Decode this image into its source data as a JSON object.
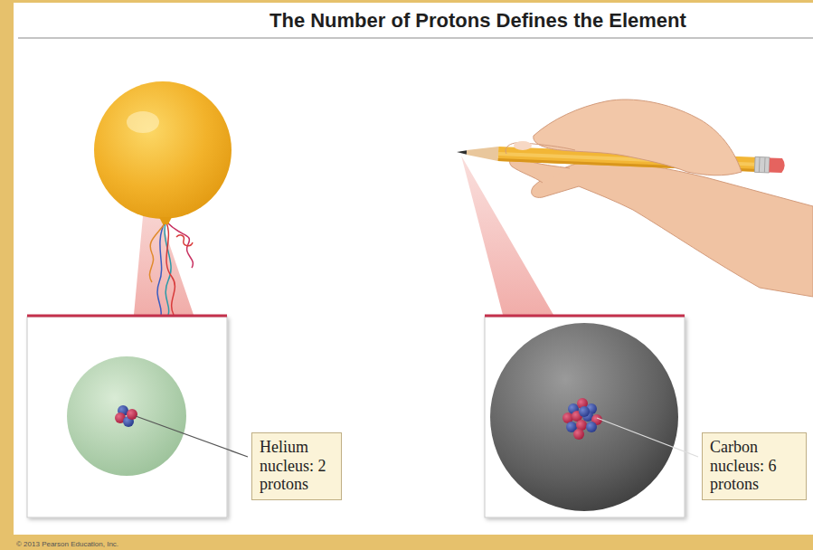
{
  "diagram": {
    "title": "The Number of Protons Defines the Element",
    "nodes": [
      {
        "text": [
          "Helium nucleus: 2 protons"
        ]
      },
      {
        "text": [
          "Carbon nucleus: 6 protons"
        ]
      }
    ],
    "labels": [
      "© 2013 Pearson Education, Inc."
    ]
  }
}
